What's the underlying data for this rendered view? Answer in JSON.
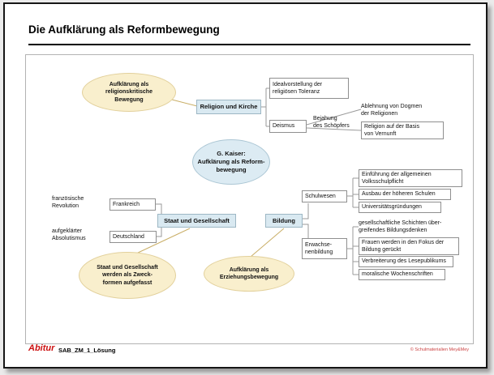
{
  "page": {
    "title": "Die Aufklärung als Reformbewegung"
  },
  "map": {
    "center": "G. Kaiser:\nAufklärung als Reform-\nbewegung",
    "religion": {
      "callout": "Aufklärung als\nreligionskritische\nBewegung",
      "topic": "Religion und Kirche",
      "toleranz": "Idealvorstellung der\nreligiösen Toleranz",
      "deismus": "Deismus",
      "bejahung": "Bejahung\ndes Schöpfers",
      "dogmen": "Ablehnung von Dogmen\nder Religionen",
      "vernunft": "Religion auf der Basis\nvon Vernunft"
    },
    "staat": {
      "topic": "Staat und Gesellschaft",
      "frankreich": "Frankreich",
      "frankreich_note": "französische\nRevolution",
      "deutschland": "Deutschland",
      "deutschland_note": "aufgeklärter\nAbsolutismus",
      "callout": "Staat und Gesellschaft\nwerden als Zweck-\nformen aufgefasst"
    },
    "bildung": {
      "topic": "Bildung",
      "schulwesen": "Schulwesen",
      "volksschulpflicht": "Einführung der allgemeinen\nVolksschulpflicht",
      "hoehere_schulen": "Ausbau der höheren Schulen",
      "universitaeten": "Universitätsgründungen",
      "erwachsenenbildung": "Erwachse-\nnenbildung",
      "schichten": "gesellschaftliche Schichten über-\ngreifendes Bildungsdenken",
      "frauen": "Frauen werden in den Fokus der\nBildung gerückt",
      "lesepublikum": "Verbreiterung des Lesepublikums",
      "wochenschriften": "moralische Wochenschriften",
      "callout": "Aufklärung als\nErziehungsbewegung"
    }
  },
  "footer": {
    "logo": "Abitur",
    "code": "SAB_ZM_1_Lösung",
    "copyright": "© Schulmaterialien Mey&Mey"
  }
}
